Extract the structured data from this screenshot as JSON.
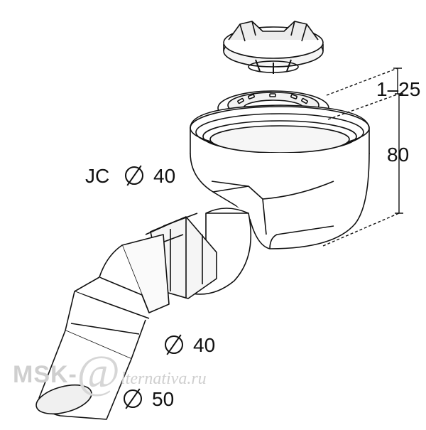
{
  "labels": {
    "outlet_label": "JC",
    "outlet_value": "40",
    "pipe_inner_value": "40",
    "pipe_outer_value": "50",
    "height_range": "1–25",
    "height_total": "80"
  },
  "watermark": {
    "prefix": "MSK-",
    "at": "@",
    "suffix": "lternativa.ru"
  },
  "colors": {
    "ink": "#111111",
    "fill": "#ffffff",
    "shade": "#e8e8e8",
    "watermark": "#cfcfcf"
  }
}
